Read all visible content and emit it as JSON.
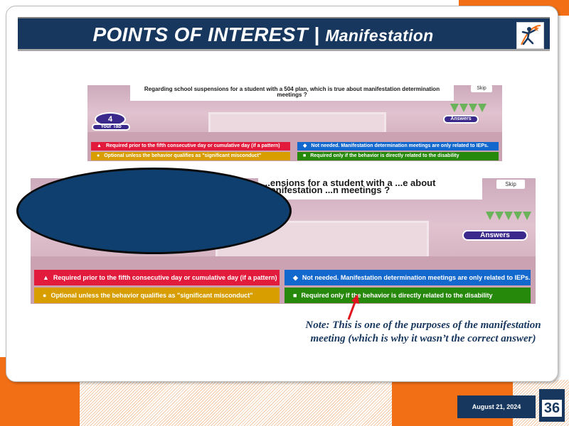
{
  "slide": {
    "title_main": "POINTS OF INTEREST |",
    "title_sub": "Manifestation",
    "date": "August 21, 2024",
    "page_number": "36",
    "note": "Note: This is one of the purposes of the manifestation meeting (which is why it wasn’t the correct answer)",
    "colors": {
      "navy": "#17375e",
      "orange": "#f26f15",
      "red": "#e21b3c",
      "blue": "#1368ce",
      "yellow": "#d89e00",
      "green": "#26890c"
    }
  },
  "quiz_top": {
    "question": "Regarding school suspensions for a student with a 504 plan, which is true about manifestation determination meetings ?",
    "skip_label": "Skip",
    "left_badge": "4",
    "left_label": "Your Tab",
    "answers_label": "Answers",
    "answers": [
      {
        "symbol": "▲",
        "text": "Required prior to the fifth consecutive day or cumulative day (if a pattern)"
      },
      {
        "symbol": "◆",
        "text": "Not needed. Manifestation determination meetings are only related to IEPs."
      },
      {
        "symbol": "●",
        "text": "Optional unless the behavior qualifies as \"significant misconduct\""
      },
      {
        "symbol": "■",
        "text": "Required only if the behavior is directly related to the disability"
      }
    ]
  },
  "quiz_bottom": {
    "question": "...ensions for a student with a ...e about manifestation ...n meetings ?",
    "skip_label": "Skip",
    "answers_label": "Answers",
    "answers": [
      {
        "symbol": "▲",
        "text": "Required prior to the fifth consecutive day or cumulative day (if a pattern)"
      },
      {
        "symbol": "◆",
        "text": "Not needed. Manifestation determination meetings are only related to IEPs."
      },
      {
        "symbol": "●",
        "text": "Optional unless the behavior qualifies as \"significant misconduct\""
      },
      {
        "symbol": "■",
        "text": "Required only if the behavior is directly related to the disability"
      }
    ]
  }
}
